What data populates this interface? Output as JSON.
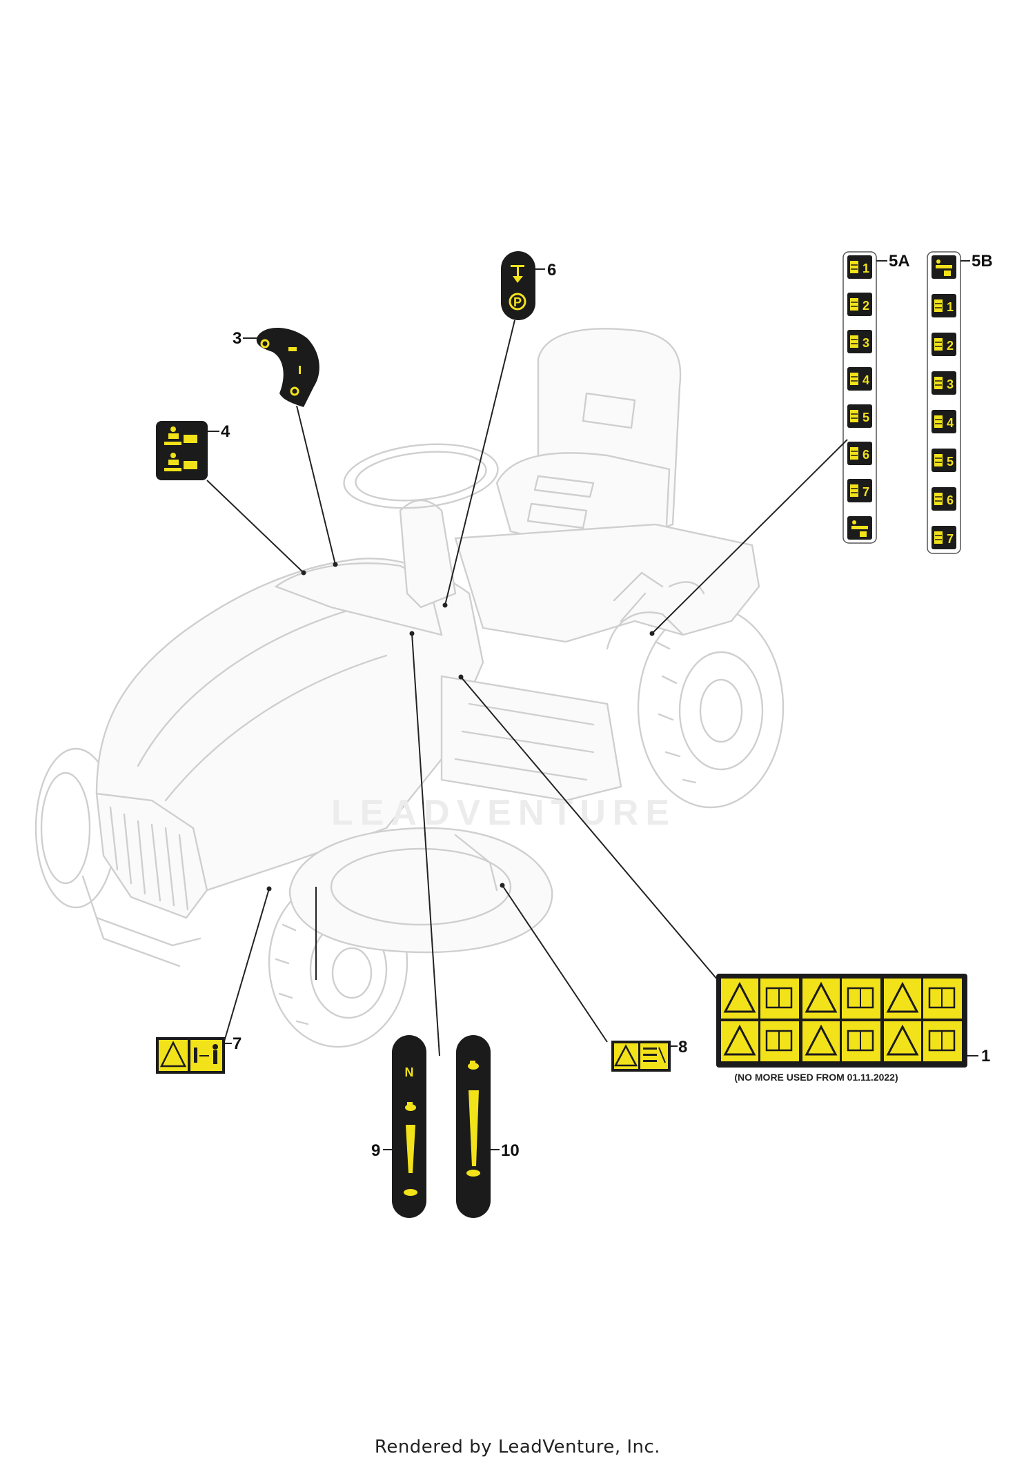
{
  "callouts": {
    "c1": "1",
    "c3": "3",
    "c4": "4",
    "c5a": "5A",
    "c5b": "5B",
    "c6": "6",
    "c7": "7",
    "c8": "8",
    "c9": "9",
    "c10": "10"
  },
  "decal1_note": "(NO MORE USED FROM 01.11.2022)",
  "strip_5a": [
    "1",
    "2",
    "3",
    "4",
    "5",
    "6",
    "7"
  ],
  "strip_5b": [
    "1",
    "2",
    "3",
    "4",
    "5",
    "6",
    "7"
  ],
  "watermark": "LEADVENTURE",
  "footer": "Rendered by LeadVenture, Inc.",
  "colors": {
    "decal_black": "#1b1b1b",
    "decal_yellow": "#f2e21a",
    "outline_gray": "#cfcfcf"
  }
}
